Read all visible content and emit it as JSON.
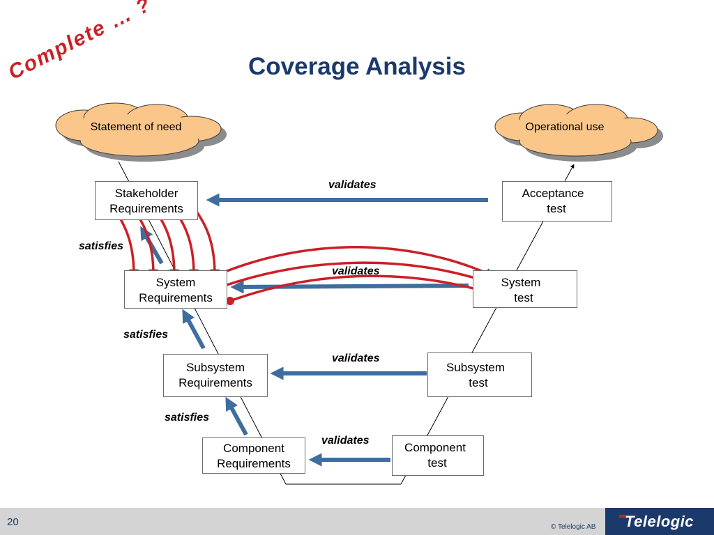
{
  "slide": {
    "title": "Coverage Analysis",
    "stamp": "Complete … ?"
  },
  "clouds": {
    "left": "Statement of need",
    "right": "Operational use"
  },
  "boxes": {
    "stakeholder": [
      "Stakeholder",
      "Requirements"
    ],
    "system_req": [
      "System",
      "Requirements"
    ],
    "subsystem_req": [
      "Subsystem",
      "Requirements"
    ],
    "component_req": [
      "Component",
      "Requirements"
    ],
    "acceptance": [
      "Acceptance",
      "test"
    ],
    "system_test": [
      "System",
      "test"
    ],
    "subsystem_test": [
      "Subsystem",
      "test"
    ],
    "component_test": [
      "Component",
      "test"
    ]
  },
  "relations": {
    "validates": "validates",
    "satisfies": "satisfies"
  },
  "footer": {
    "page_number": "20",
    "copyright": "© Telelogic AB",
    "logo": "Telelogic"
  },
  "colors": {
    "title": "#1b3a6b",
    "trace_arrow": "#cc1f26",
    "flow_arrow": "#3e6d9e",
    "cloud_fill": "#fbc68a",
    "cloud_shadow": "#8c8c8c"
  }
}
